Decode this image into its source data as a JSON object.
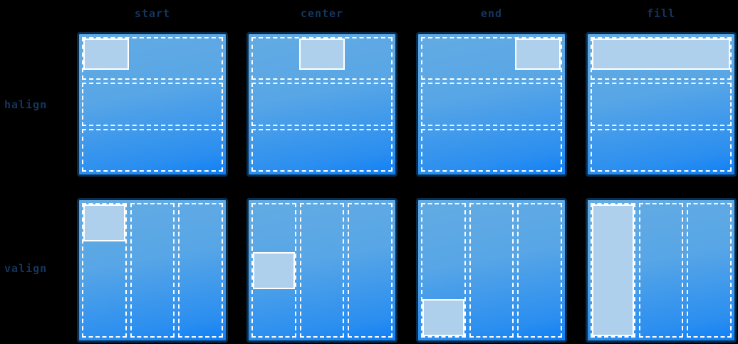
{
  "diagram": {
    "title_visible": false,
    "background_color": "#000000",
    "label_color": "#13365f",
    "container_border_color": "#0a2d4d",
    "container_fill_top": "#63abe4",
    "container_fill_bottom": "#0f7ff5",
    "cell_outline_color": "#ffffff",
    "item_fill_color": "#aed0ec",
    "item_border_color": "#ffffff"
  },
  "columns": [
    {
      "id": "start",
      "label": "start"
    },
    {
      "id": "center",
      "label": "center"
    },
    {
      "id": "end",
      "label": "end"
    },
    {
      "id": "fill",
      "label": "fill"
    }
  ],
  "rows": [
    {
      "id": "halign",
      "label": "halign",
      "orientation": "horizontal",
      "cell_count": 3,
      "item_cell_index": 0,
      "cells": [
        {
          "index": 0,
          "has_item": true
        },
        {
          "index": 1,
          "has_item": false
        },
        {
          "index": 2,
          "has_item": false
        }
      ]
    },
    {
      "id": "valign",
      "label": "valign",
      "orientation": "vertical",
      "cell_count": 3,
      "item_cell_index": 0,
      "cells": [
        {
          "index": 0,
          "has_item": true
        },
        {
          "index": 1,
          "has_item": false
        },
        {
          "index": 2,
          "has_item": false
        }
      ]
    }
  ],
  "examples": [
    {
      "row": "halign",
      "column": "start",
      "alignment": "start",
      "description": "item aligned to left edge of cell"
    },
    {
      "row": "halign",
      "column": "center",
      "alignment": "center",
      "description": "item centered horizontally in cell"
    },
    {
      "row": "halign",
      "column": "end",
      "alignment": "end",
      "description": "item aligned to right edge of cell"
    },
    {
      "row": "halign",
      "column": "fill",
      "alignment": "fill",
      "description": "item stretched to full cell width"
    },
    {
      "row": "valign",
      "column": "start",
      "alignment": "start",
      "description": "item aligned to top edge of cell"
    },
    {
      "row": "valign",
      "column": "center",
      "alignment": "center",
      "description": "item centered vertically in cell"
    },
    {
      "row": "valign",
      "column": "end",
      "alignment": "end",
      "description": "item aligned to bottom edge of cell"
    },
    {
      "row": "valign",
      "column": "fill",
      "alignment": "fill",
      "description": "item stretched to full cell height"
    }
  ]
}
